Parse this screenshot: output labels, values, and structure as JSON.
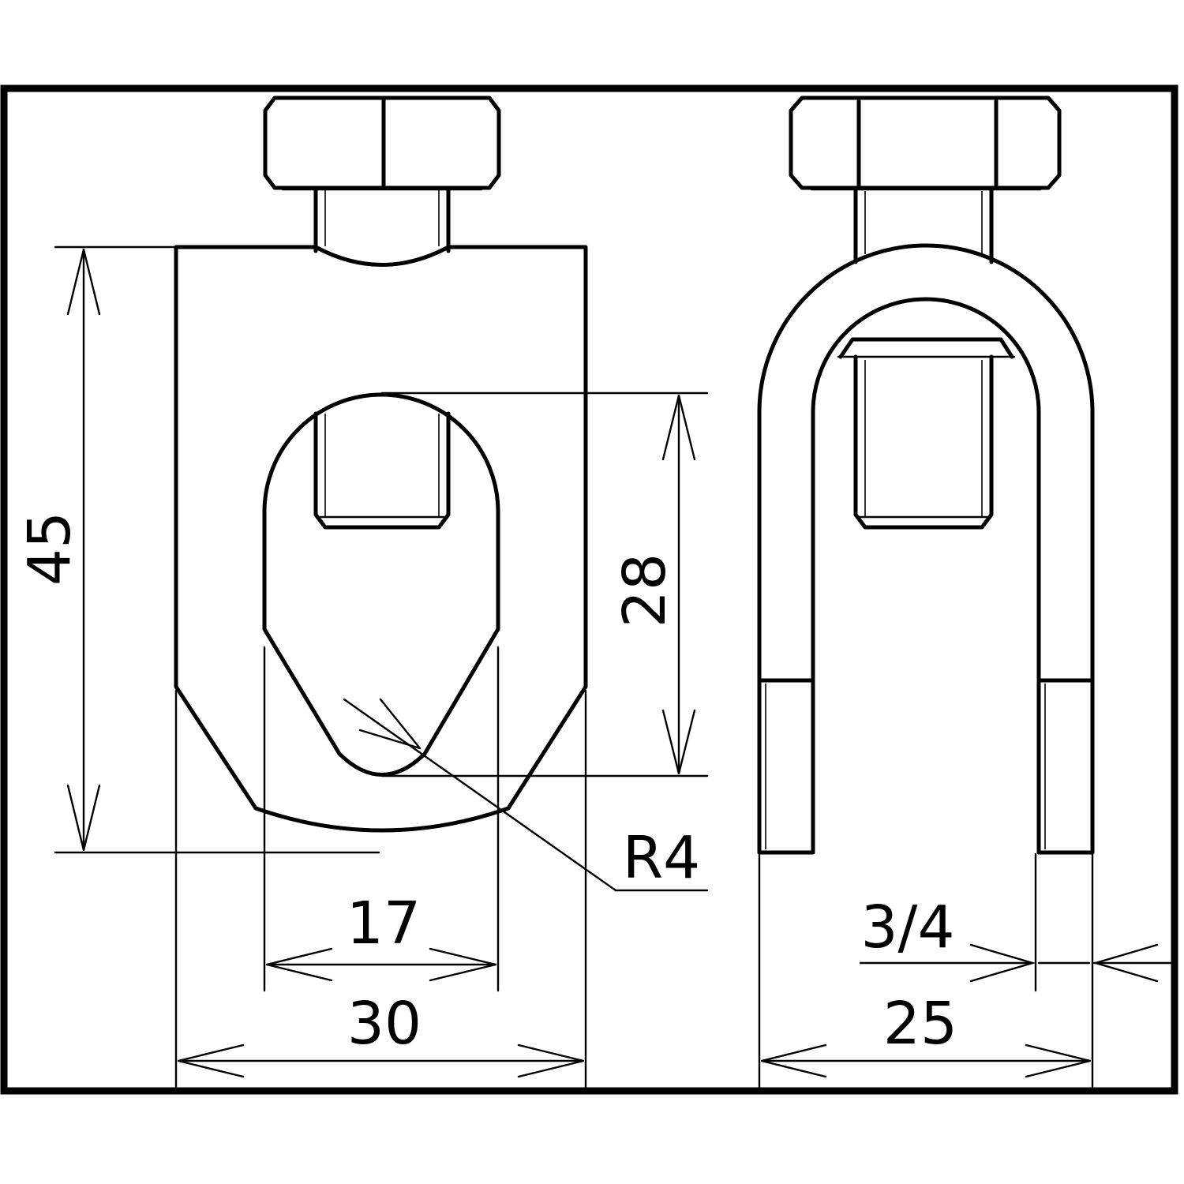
{
  "drawing": {
    "stroke_color": "#000000",
    "background_color": "#ffffff",
    "dimensions": {
      "overall_height": "45",
      "slot_height": "28",
      "slot_width": "17",
      "overall_width": "30",
      "tip_radius": "R4",
      "thickness": "3/4",
      "side_width": "25"
    }
  }
}
